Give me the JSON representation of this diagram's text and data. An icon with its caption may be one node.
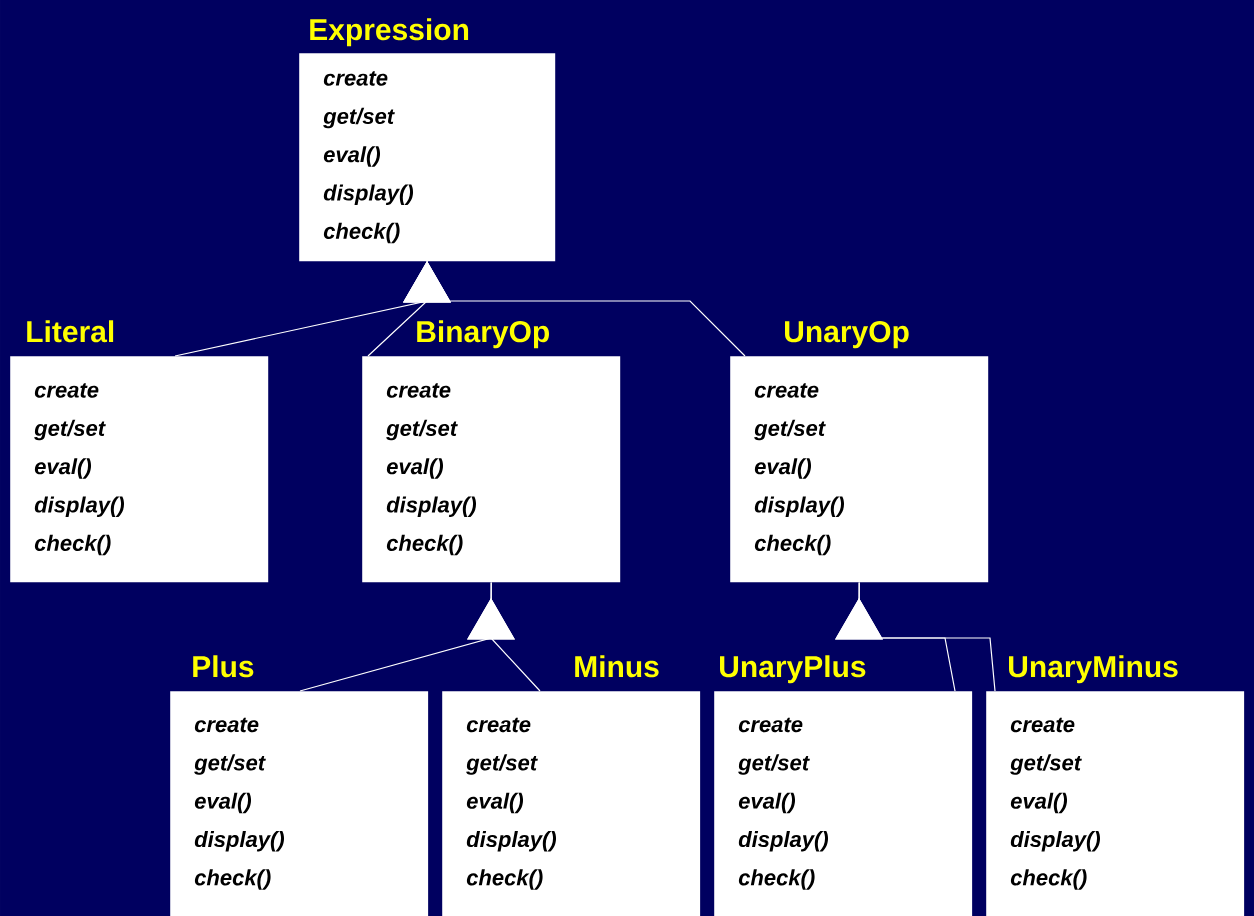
{
  "diagram": {
    "nodes": [
      {
        "text": [
          "Expression",
          "create",
          "get/set",
          "eval()",
          "display()",
          "check()"
        ]
      },
      {
        "text": [
          "Literal",
          "create",
          "get/set",
          "eval()",
          "display()",
          "check()"
        ]
      },
      {
        "text": [
          "BinaryOp",
          "create",
          "get/set",
          "eval()",
          "display()",
          "check()"
        ]
      },
      {
        "text": [
          "UnaryOp",
          "create",
          "get/set",
          "eval()",
          "display()",
          "check()"
        ]
      },
      {
        "text": [
          "Plus",
          "create",
          "get/set",
          "eval()",
          "display()",
          "check()"
        ]
      },
      {
        "text": [
          "Minus",
          "create",
          "get/set",
          "eval()",
          "display()",
          "check()"
        ]
      },
      {
        "text": [
          "UnaryPlus",
          "create",
          "get/set",
          "eval()",
          "display()",
          "check()"
        ]
      },
      {
        "text": [
          "UnaryMinus",
          "create",
          "get/set",
          "eval()",
          "display()",
          "check()"
        ]
      }
    ],
    "edges": [
      {
        "from": 1,
        "to": 0,
        "arrow": "to"
      },
      {
        "from": 2,
        "to": 0,
        "arrow": "to"
      },
      {
        "from": 3,
        "to": 0,
        "arrow": "to"
      },
      {
        "from": 4,
        "to": 2,
        "arrow": "to"
      },
      {
        "from": 5,
        "to": 2,
        "arrow": "to"
      },
      {
        "from": 6,
        "to": 3,
        "arrow": "to"
      },
      {
        "from": 7,
        "to": 3,
        "arrow": "to"
      }
    ]
  }
}
